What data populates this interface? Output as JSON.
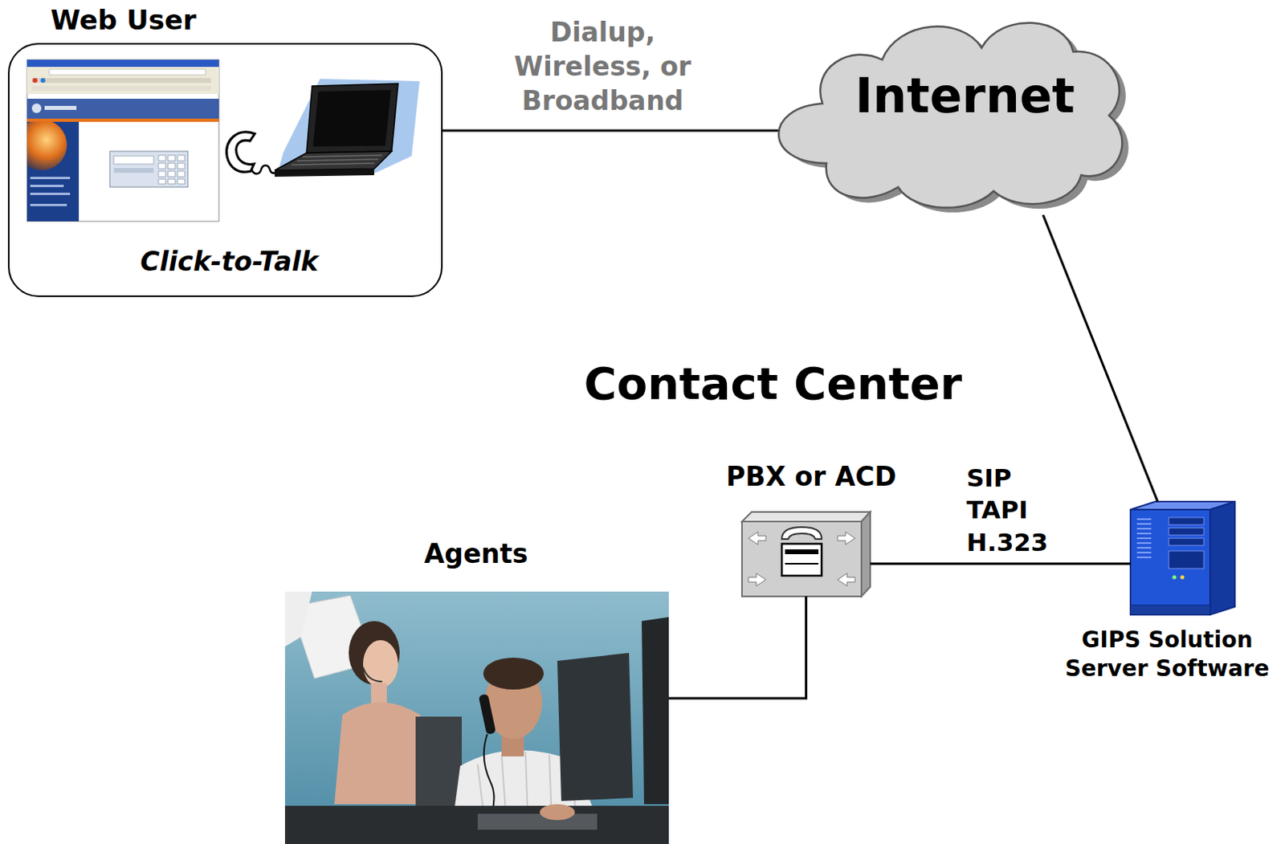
{
  "diagram": {
    "title": "Contact Center",
    "nodes": [
      {
        "text": [
          "Web User",
          "Click-to-Talk"
        ]
      },
      {
        "text": [
          "Internet"
        ]
      },
      {
        "text": [
          "PBX or ACD"
        ]
      },
      {
        "text": [
          "GIPS Solution Server Software"
        ]
      },
      {
        "text": [
          "Agents"
        ]
      }
    ],
    "edges": [
      {
        "from": 0,
        "to": 1,
        "label": "Dialup, Wireless, or Broadband",
        "arrow": "none"
      },
      {
        "from": 1,
        "to": 3,
        "arrow": "none"
      },
      {
        "from": 2,
        "to": 3,
        "label": "SIP TAPI H.323",
        "arrow": "none"
      },
      {
        "from": 2,
        "to": 4,
        "arrow": "none"
      }
    ]
  }
}
